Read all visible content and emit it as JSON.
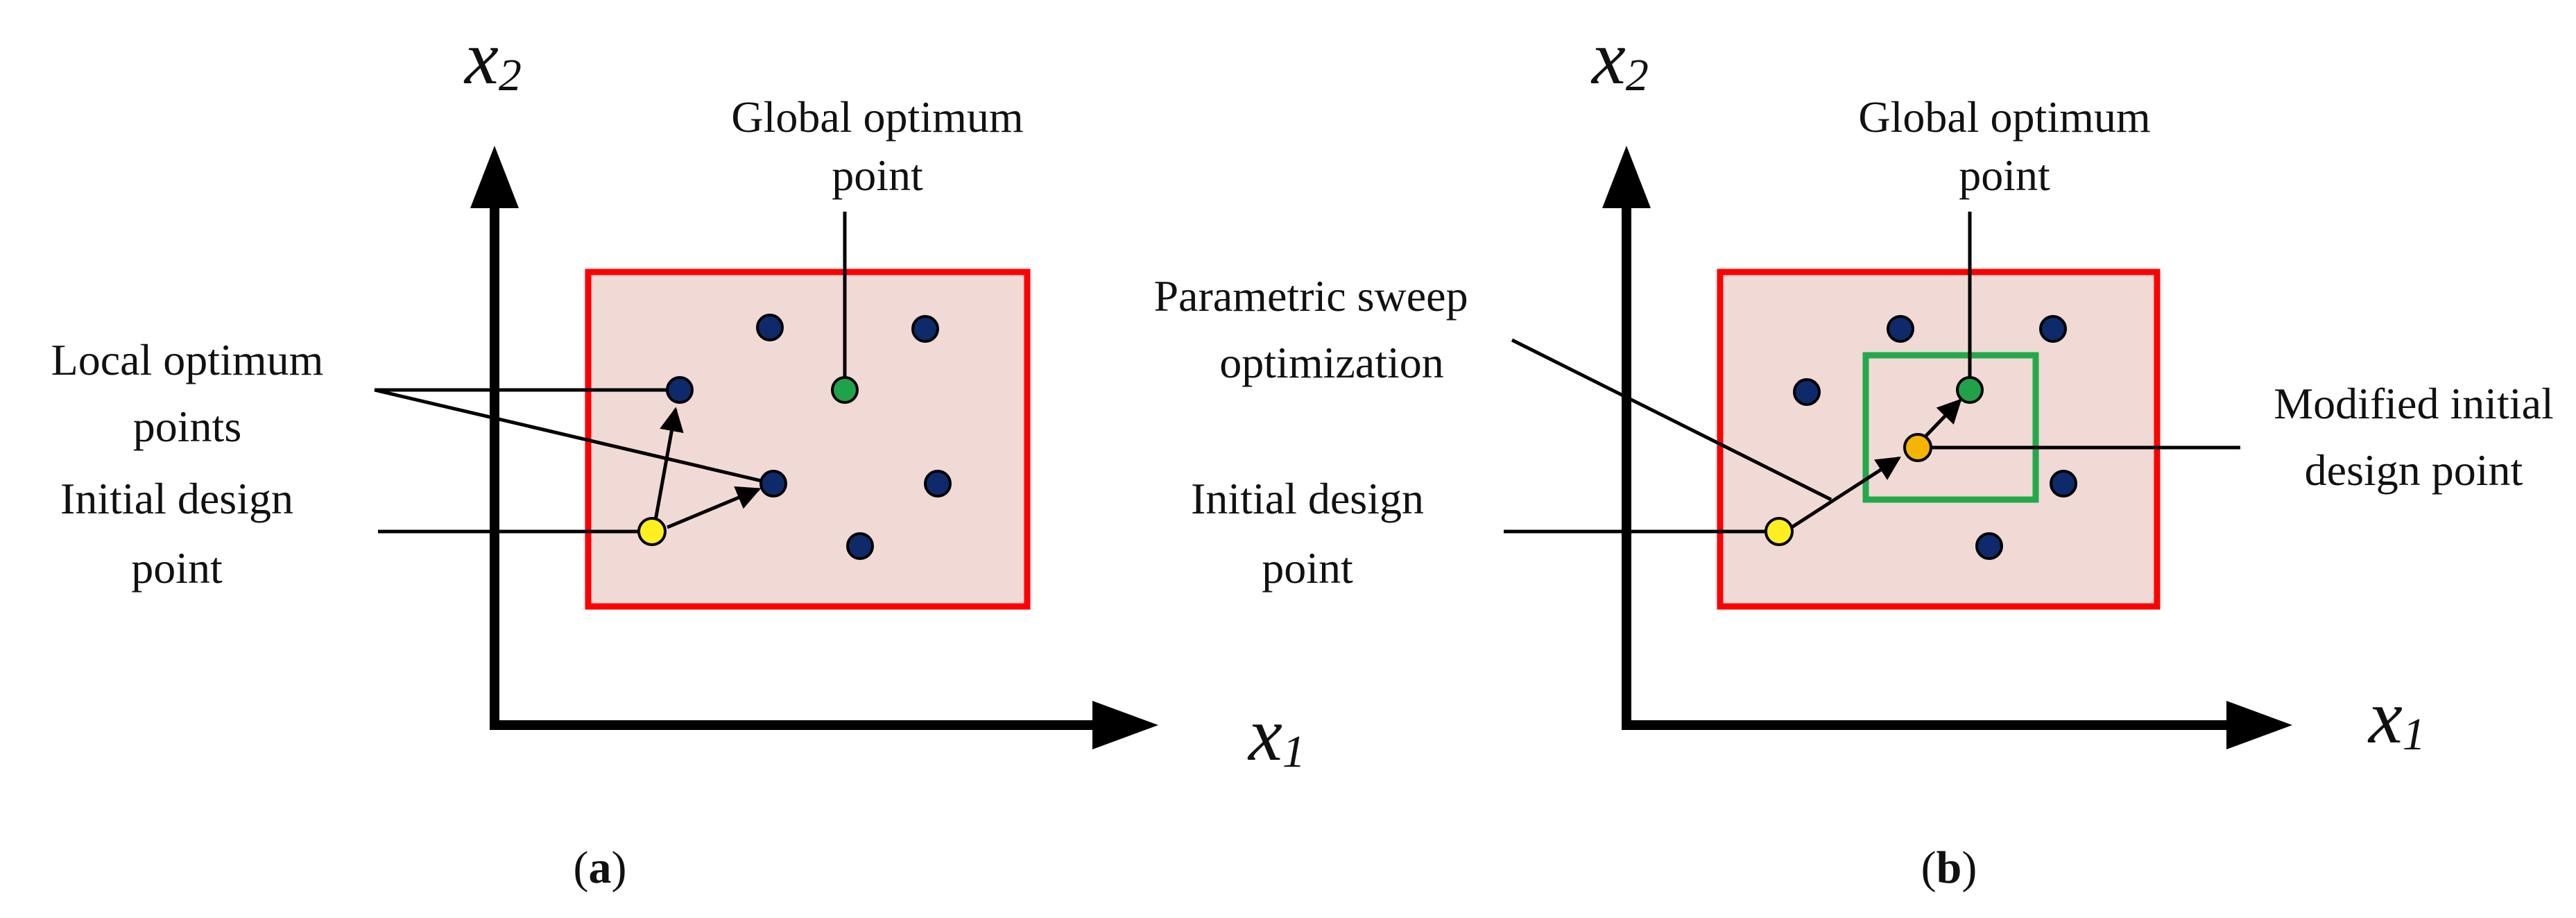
{
  "panel_a": {
    "axis_x_var": "x",
    "axis_x_sub": "1",
    "axis_y_var": "x",
    "axis_y_sub": "2",
    "global_label": [
      "Global optimum",
      "point"
    ],
    "local_label": [
      "Local optimum",
      "points"
    ],
    "initial_label": [
      "Initial design",
      "point"
    ],
    "caption": {
      "open": "(",
      "letter": "a",
      "close": ")"
    }
  },
  "panel_b": {
    "axis_x_var": "x",
    "axis_x_sub": "1",
    "axis_y_var": "x",
    "axis_y_sub": "2",
    "global_label": [
      "Global optimum",
      "point"
    ],
    "sweep_label": [
      "Parametric sweep",
      "optimization"
    ],
    "modified_label": [
      "Modified initial",
      "design point"
    ],
    "initial_label": [
      "Initial design",
      "point"
    ],
    "caption": {
      "open": "(",
      "letter": "b",
      "close": ")"
    }
  },
  "colors": {
    "search_region_fill": "#f1d9d6",
    "search_region_border": "#ff0000",
    "sweep_region_border": "#22aa4a",
    "local_point": "#0e2a6b",
    "global_point": "#1fa24a",
    "initial_point": "#ffee22",
    "modified_point": "#f4b400",
    "line": "#000000"
  }
}
